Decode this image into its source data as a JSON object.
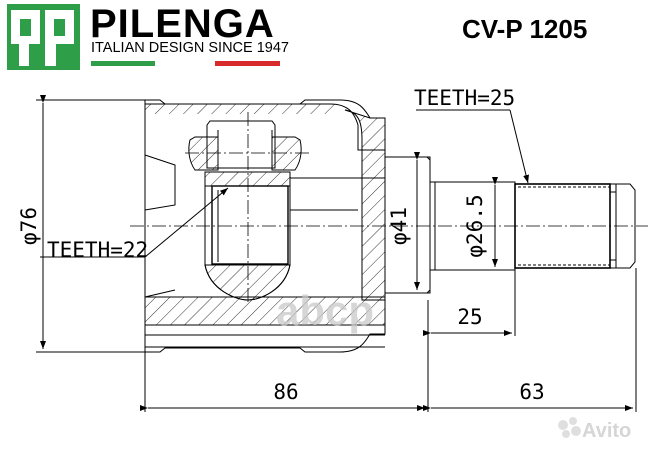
{
  "header": {
    "brand": "PILENGA",
    "tagline": "ITALIAN DESIGN SINCE 1947",
    "logo_icon": "qp-logo-icon",
    "part_number": "CV-P 1205",
    "colors": {
      "brand_green": "#2e9e48",
      "brand_red": "#d72b2b"
    }
  },
  "drawing": {
    "title": "CV joint inner technical drawing",
    "labels": {
      "teeth_inner": "TEETH=22",
      "teeth_outer": "TEETH=25"
    },
    "dimensions": {
      "outer_diameter": "φ76",
      "flange_diameter": "φ41",
      "shaft_diameter": "φ26.5",
      "shaft_length": "25",
      "body_length": "86",
      "stem_length": "63"
    }
  },
  "watermarks": {
    "center": "abcp",
    "corner": "Avito"
  }
}
